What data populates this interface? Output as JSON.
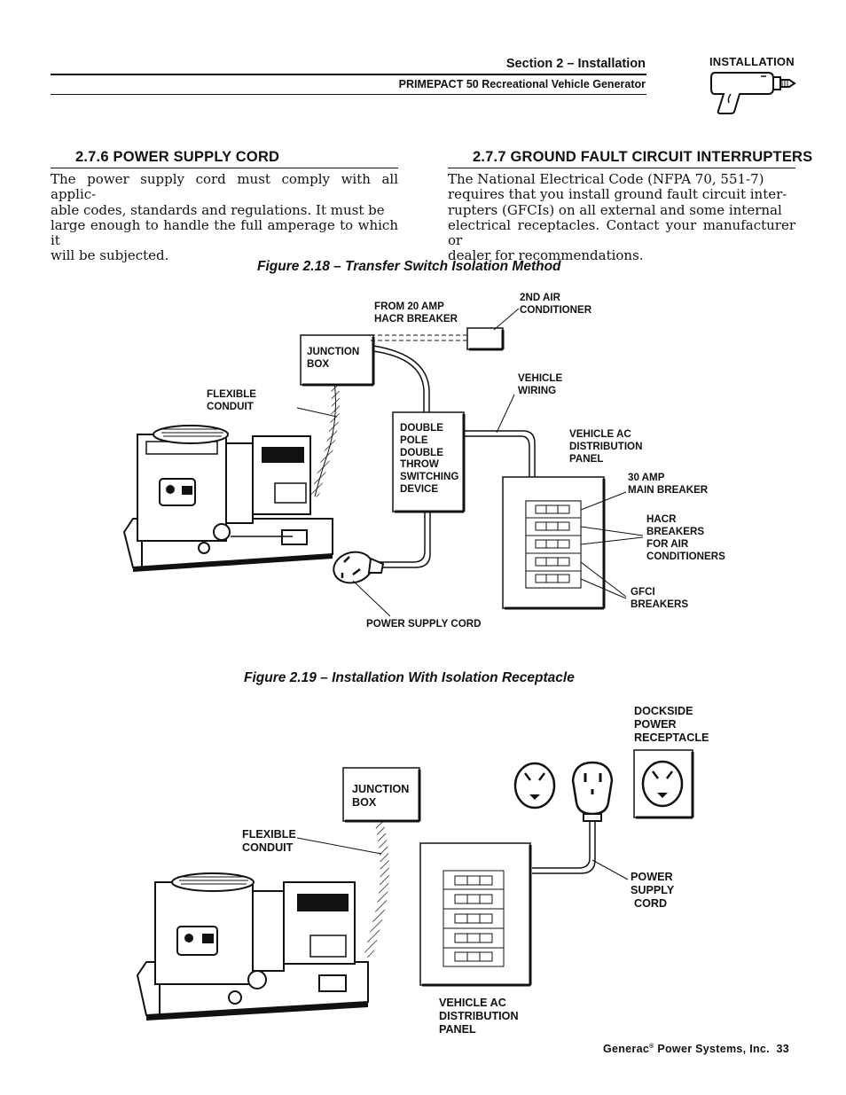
{
  "header": {
    "section": "Section 2 – Installation",
    "subtitle": "PRIMEPACT 50 Recreational Vehicle Generator",
    "badge": "INSTALLATION",
    "badge_icon": "drill-icon"
  },
  "sections": {
    "power_supply_cord": {
      "heading": "2.7.6 POWER SUPPLY CORD",
      "lines": [
        "The power supply cord must comply with all applic-",
        "able codes, standards and regulations. It must be",
        "large enough to handle the full amperage to which it",
        "will be subjected."
      ]
    },
    "gfci": {
      "heading": "2.7.7 GROUND FAULT CIRCUIT INTERRUPTERS",
      "lines": [
        "The National Electrical Code (NFPA 70, 551-7)",
        "requires that you install ground fault circuit inter-",
        "rupters (GFCIs) on all external and some internal",
        "electrical receptacles. Contact your manufacturer or",
        "dealer for recommendations."
      ]
    }
  },
  "figure1": {
    "caption": "Figure 2.18 – Transfer Switch Isolation Method",
    "labels": {
      "from_breaker_1": "FROM 20 AMP",
      "from_breaker_2": "HACR BREAKER",
      "air_cond_1": "2ND AIR",
      "air_cond_2": "CONDITIONER",
      "junction_1": "JUNCTION",
      "junction_2": "BOX",
      "flex_1": "FLEXIBLE",
      "flex_2": "CONDUIT",
      "vehicle_wiring_1": "VEHICLE",
      "vehicle_wiring_2": "WIRING",
      "switch_1": "DOUBLE",
      "switch_2": "POLE",
      "switch_3": "DOUBLE",
      "switch_4": "THROW",
      "switch_5": "SWITCHING",
      "switch_6": "DEVICE",
      "panel_1": "VEHICLE AC",
      "panel_2": "DISTRIBUTION",
      "panel_3": "PANEL",
      "main_breaker_1": "30 AMP",
      "main_breaker_2": "MAIN BREAKER",
      "hacr_1": "HACR",
      "hacr_2": "BREAKERS",
      "hacr_3": "FOR AIR",
      "hacr_4": "CONDITIONERS",
      "gfci_1": "GFCI",
      "gfci_2": "BREAKERS",
      "cord": "POWER SUPPLY CORD"
    }
  },
  "figure2": {
    "caption": "Figure 2.19 – Installation With Isolation Receptacle",
    "labels": {
      "dockside_1": "DOCKSIDE",
      "dockside_2": "POWER",
      "dockside_3": "RECEPTACLE",
      "junction_1": "JUNCTION",
      "junction_2": "BOX",
      "flex_1": "FLEXIBLE",
      "flex_2": "CONDUIT",
      "cord_1": "POWER",
      "cord_2": "SUPPLY",
      "cord_3": "CORD",
      "panel_1": "VEHICLE AC",
      "panel_2": "DISTRIBUTION",
      "panel_3": "PANEL"
    }
  },
  "footer": {
    "company": "Generac",
    "reg": "®",
    "company_rest": " Power Systems, Inc.",
    "page_number": "33"
  }
}
